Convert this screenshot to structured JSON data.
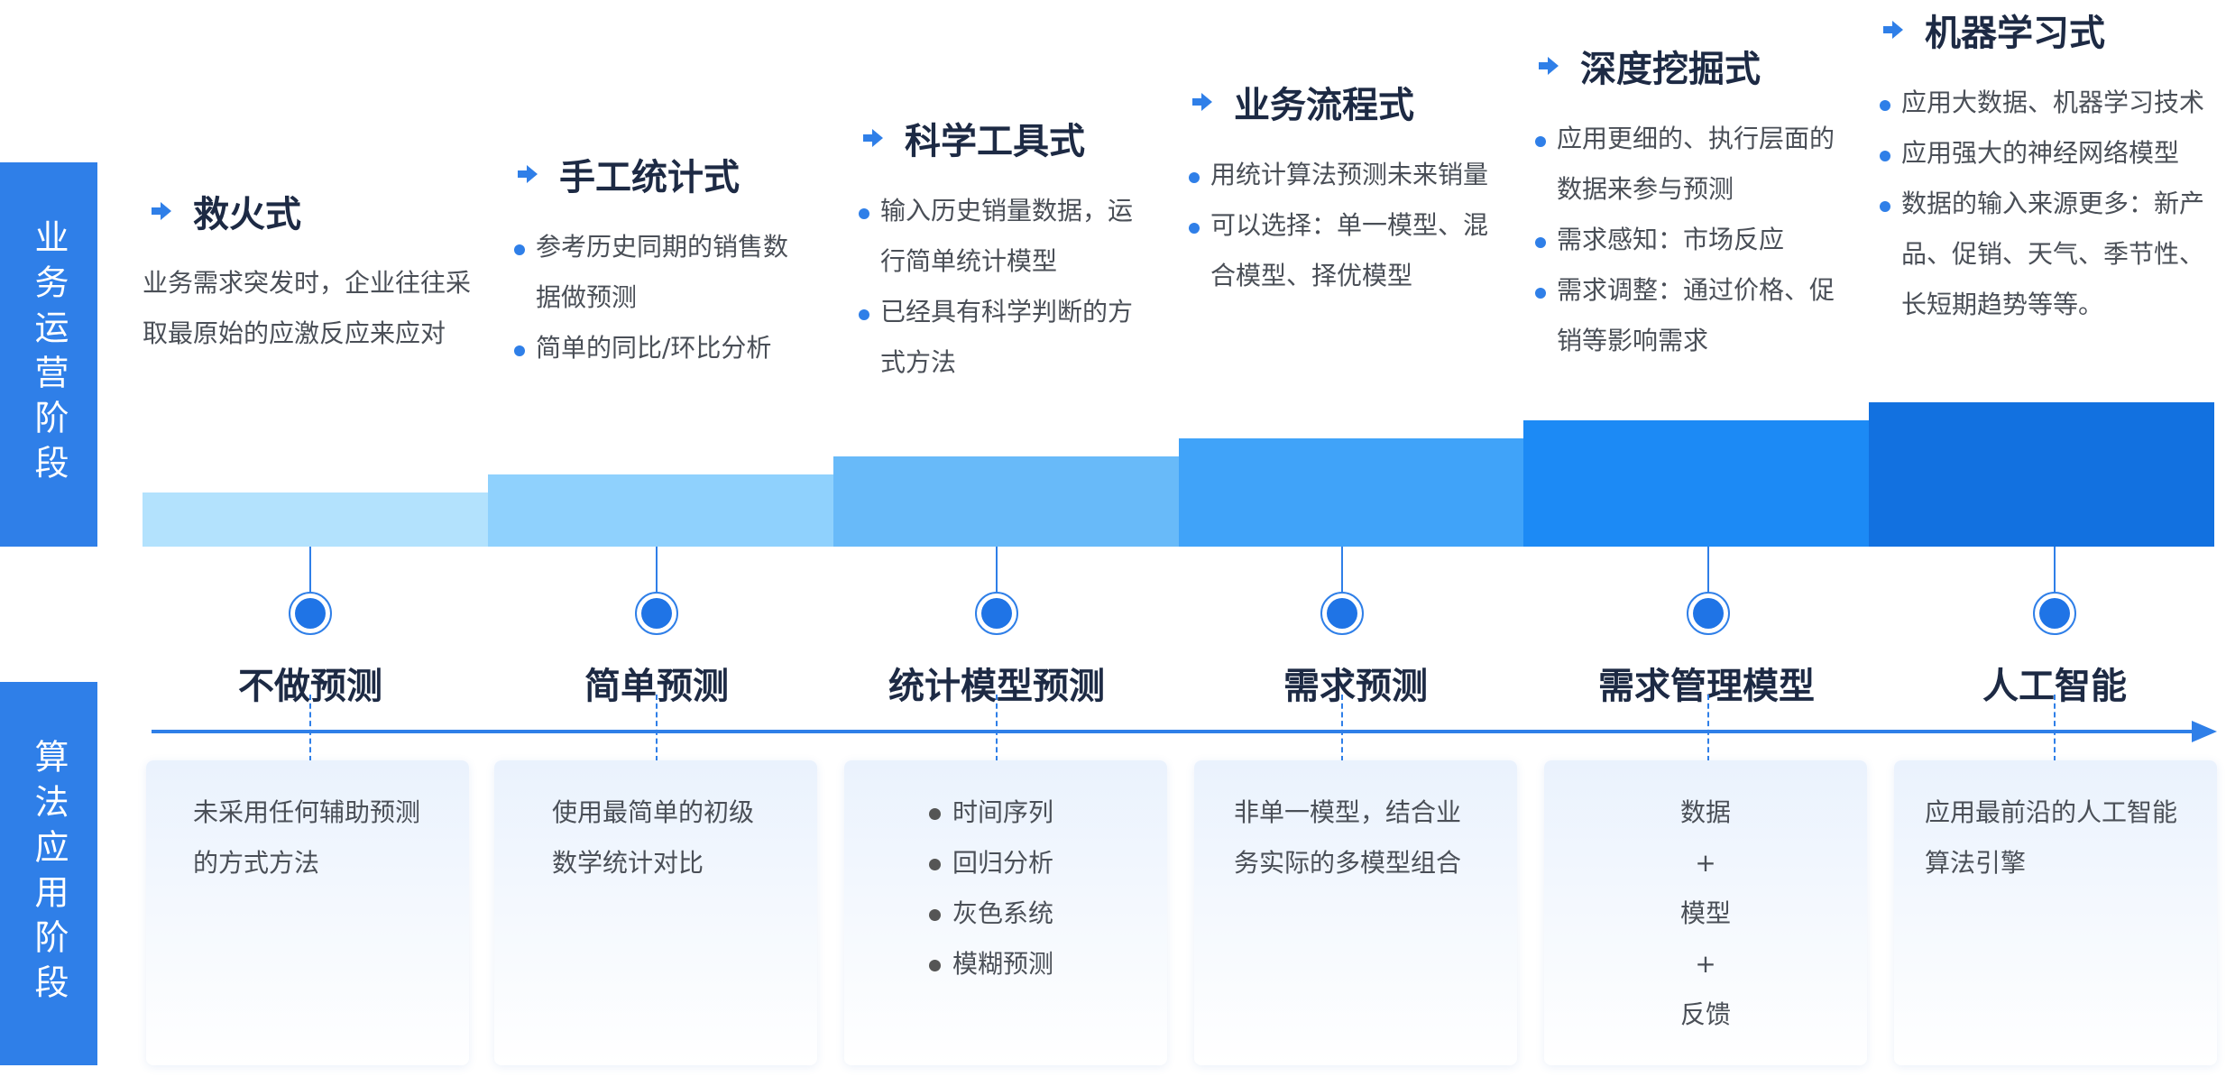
{
  "side_labels": {
    "business": "业务运营阶段",
    "algorithm": "算法应用阶段"
  },
  "colors": {
    "accent": "#2f7fe8",
    "steps": [
      "#b3e2fd",
      "#8fd1fd",
      "#68baf9",
      "#40a3f9",
      "#1c8af5",
      "#1271e0"
    ]
  },
  "business_stages": [
    {
      "title": "救火式",
      "text": [
        "业务需求突发时，企业往往采",
        "取最原始的应激反应来应对"
      ]
    },
    {
      "title": "手工统计式",
      "bullets": [
        [
          "参考历史同期的销售数",
          "据做预测"
        ],
        [
          "简单的同比/环比分析"
        ]
      ]
    },
    {
      "title": "科学工具式",
      "bullets": [
        [
          "输入历史销量数据，运",
          "行简单统计模型"
        ],
        [
          "已经具有科学判断的方",
          "式方法"
        ]
      ]
    },
    {
      "title": "业务流程式",
      "bullets": [
        [
          "用统计算法预测未来销量"
        ],
        [
          "可以选择：单一模型、混",
          "合模型、择优模型"
        ]
      ]
    },
    {
      "title": "深度挖掘式",
      "bullets": [
        [
          "应用更细的、执行层面的",
          "数据来参与预测"
        ],
        [
          "需求感知：市场反应"
        ],
        [
          "需求调整：通过价格、促",
          "销等影响需求"
        ]
      ]
    },
    {
      "title": "机器学习式",
      "bullets": [
        [
          "应用大数据、机器学习技术"
        ],
        [
          "应用强大的神经网络模型"
        ],
        [
          "数据的输入来源更多：新产",
          "品、促销、天气、季节性、",
          "长短期趋势等等。"
        ]
      ]
    }
  ],
  "algorithm_stages": [
    {
      "title": "不做预测",
      "card": [
        "未采用任何辅助预测",
        "的方式方法"
      ]
    },
    {
      "title": "简单预测",
      "card": [
        "使用最简单的初级",
        "数学统计对比"
      ]
    },
    {
      "title": "统计模型预测",
      "card_bullets": [
        "时间序列",
        "回归分析",
        "灰色系统",
        "模糊预测"
      ]
    },
    {
      "title": "需求预测",
      "card": [
        "非单一模型，结合业",
        "务实际的多模型组合"
      ]
    },
    {
      "title": "需求管理模型",
      "card_lines": [
        "数据",
        "+",
        "模型",
        "+",
        "反馈"
      ]
    },
    {
      "title": "人工智能",
      "card": [
        "应用最前沿的人工智能",
        "算法引擎"
      ]
    }
  ]
}
